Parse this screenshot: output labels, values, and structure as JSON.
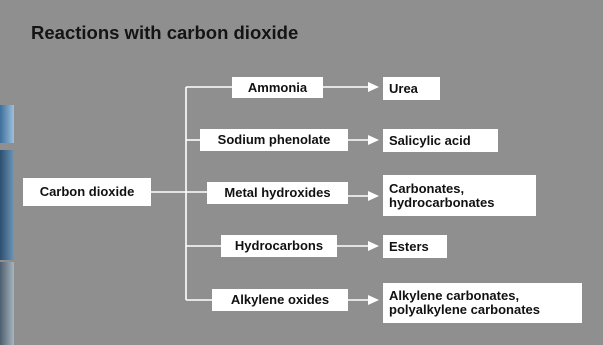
{
  "title": "Reactions with carbon dioxide",
  "source": {
    "label": "Carbon dioxide"
  },
  "reactions": [
    {
      "reagent": "Ammonia",
      "products": [
        "Urea"
      ]
    },
    {
      "reagent": "Sodium phenolate",
      "products": [
        "Salicylic acid"
      ]
    },
    {
      "reagent": "Metal hydroxides",
      "products": [
        "Carbonates,",
        "hydrocarbonates"
      ]
    },
    {
      "reagent": "Hydrocarbons",
      "products": [
        "Esters"
      ]
    },
    {
      "reagent": "Alkylene oxides",
      "products": [
        "Alkylene carbonates,",
        "polyalkylene carbonates"
      ]
    }
  ],
  "colors": {
    "background": "#8f8f8f",
    "box": "#ffffff",
    "line": "#ffffff",
    "text": "#111111"
  }
}
